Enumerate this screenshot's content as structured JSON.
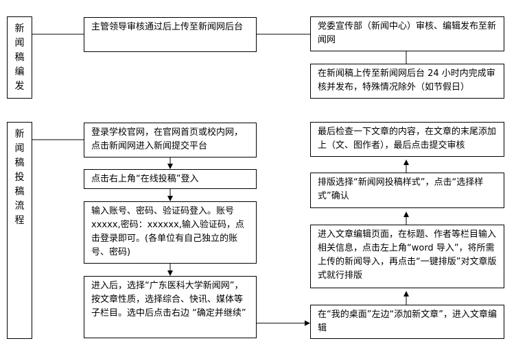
{
  "section_publish": {
    "label_chars": [
      "新",
      "闻",
      "稿",
      "编",
      "发"
    ],
    "steps": [
      "主管领导审核通过后上传至新闻网后台",
      "党委宣传部（新闻中心）审核、编辑发布至新闻网",
      "在新闻稿上传至新闻网后台 24 小时内完成审核并发布，特殊情况除外（如节假日）"
    ]
  },
  "section_submit": {
    "label_chars": [
      "新",
      "闻",
      "稿",
      "投",
      "稿",
      "流",
      "程"
    ],
    "left_steps": [
      "登录学校官网，在官网首页或校内网，点击新闻网进入新闻提交平台",
      "点击右上角“在线投稿”登入",
      "输入账号、密码、验证码登入。账号xxxxx,密码：xxxxxx,输入验证码，点击登录即可。(各单位有自己独立的账号、密码)",
      "进入后，选择“广东医科大学新闻网”，按文章性质，选择综合、快讯、媒体等子栏目。选中后点击右边 “确定并继续”"
    ],
    "right_steps": [
      "在“我的桌面”左边“添加新文章”，进入文章编辑",
      "进入文章编辑页面，在标题、作者等栏目输入相关信息，点击左上角“word 导入”，将所需上传的新闻导入，再点击“一键排版”对文章版式就行排版",
      "排版选择“新闻网投稿样式”，点击“选择样式”确认",
      "最后检查一下文章的内容，在文章的末尾添加上（文、图作者），最后点击提交审核"
    ]
  }
}
